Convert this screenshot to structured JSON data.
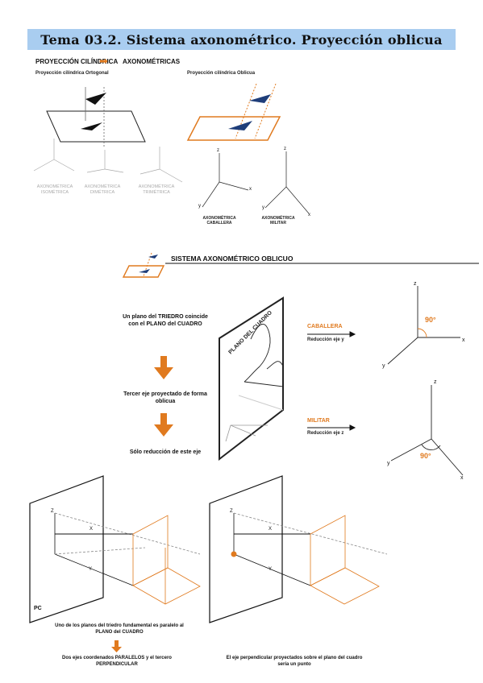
{
  "header": {
    "title": "Tema 03.2. Sistema axonométrico. Proyección oblicua"
  },
  "top": {
    "cilindrica": "PROYECCIÓN CILÍNDRICA",
    "axonometricas": "AXONOMÉTRICAS",
    "ortogonal": "Proyección cilíndrica Ortogonal",
    "oblicua": "Proyección cilíndrica Oblicua",
    "iso_label": "AXONOMÉTRICA ISOMÉTRICA",
    "dim_label": "AXONOMÉTRICA DIMÉTRICA",
    "tri_label": "AXONOMÉTRICA TRIMÉTRICA",
    "caballera_label": "AXONOMÉTRICA CABALLERA",
    "militar_label": "AXONOMÉTRICA MILITAR"
  },
  "section": {
    "title": "SISTEMA AXONOMÉTRICO OBLICUO",
    "step1": "Un plano del TRIEDRO coincide con el PLANO del CUADRO",
    "step2": "Tercer eje proyectado de forma oblicua",
    "step3": "Sólo reducción de este eje",
    "plano": "PLANO DEL CUADRO",
    "caballera": "CABALLERA",
    "caballera_sub": "Reducción eje y",
    "militar": "MILITAR",
    "militar_sub": "Reducción eje z",
    "angle1": "90°",
    "angle2": "90°"
  },
  "axes": {
    "x": "x",
    "y": "y",
    "z": "z",
    "X": "X",
    "Y": "Y",
    "Z": "Z"
  },
  "bottom": {
    "pc": "PC",
    "note1": "Uno de los planos del triedro fundamental es paralelo al PLANO del CUADRO",
    "note2": "Dos ejes coordenados PARALELOS y el tercero PERPENDICULAR",
    "note3": "El eje perpendicular proyectados sobre el plano del cuadro sería un punto"
  },
  "colors": {
    "accent": "#e07a1f",
    "banner": "#a9cdf0",
    "navy": "#1f3e7a"
  }
}
